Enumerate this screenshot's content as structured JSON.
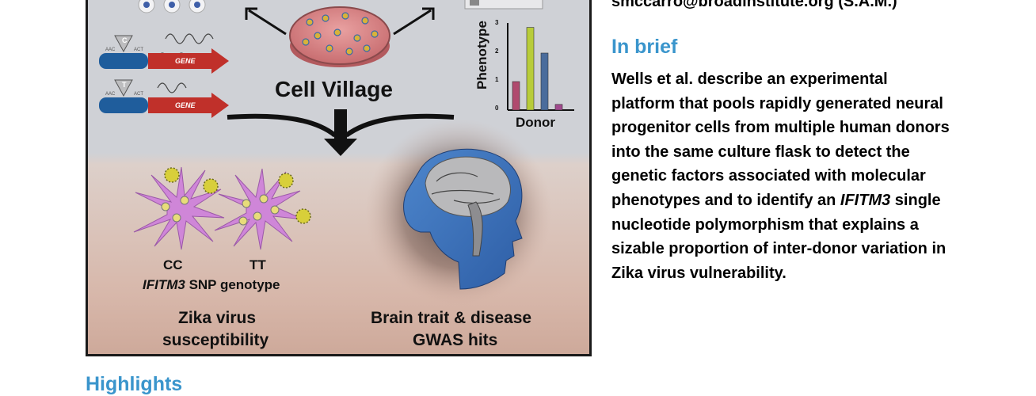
{
  "graphical_abstract": {
    "allele_c": "C",
    "allele_t": "T",
    "seq_left": "AAC",
    "seq_right": "ACT",
    "gene_label": "GENE",
    "village_title": "Cell Village",
    "bar_chart": {
      "y_label": "Phenotype",
      "x_label": "Donor",
      "y_ticks": [
        "0",
        "1",
        "2",
        "3"
      ],
      "bars": [
        {
          "value": 1.0,
          "color": "#b04a6e"
        },
        {
          "value": 2.9,
          "color": "#b8cc3a"
        },
        {
          "value": 2.0,
          "color": "#4a6c9c"
        },
        {
          "value": 0.2,
          "color": "#a14a8e"
        }
      ],
      "ylim": [
        0,
        3
      ]
    },
    "genotype_cc": "CC",
    "genotype_tt": "TT",
    "snp_gene": "IFITM3",
    "snp_rest": " SNP genotype",
    "zika_line1": "Zika virus",
    "zika_line2": "susceptibility",
    "brain_line1": "Brain trait & disease",
    "brain_line2": "GWAS hits"
  },
  "contact_email": "smccarro@broadinstitute.org (S.A.M.)",
  "in_brief": {
    "heading": "In brief",
    "text_before": "Wells et al. describe an experimental platform that pools rapidly generated neural progenitor cells from multiple human donors into the same culture flask to detect the genetic factors associated with molecular phenotypes and to identify an ",
    "text_italic": "IFITM3",
    "text_after": " single nucleotide polymorphism that explains a sizable proportion of inter-donor variation in Zika virus vulnerability."
  },
  "highlights_heading": "Highlights",
  "colors": {
    "accent_blue": "#3a95cc",
    "gene_red": "#c0302a",
    "dna_blue": "#1f5d9c",
    "neuron_pink": "#cf86d8",
    "virus_yellow": "#d8cf3a",
    "head_blue": "#3f73b8"
  }
}
